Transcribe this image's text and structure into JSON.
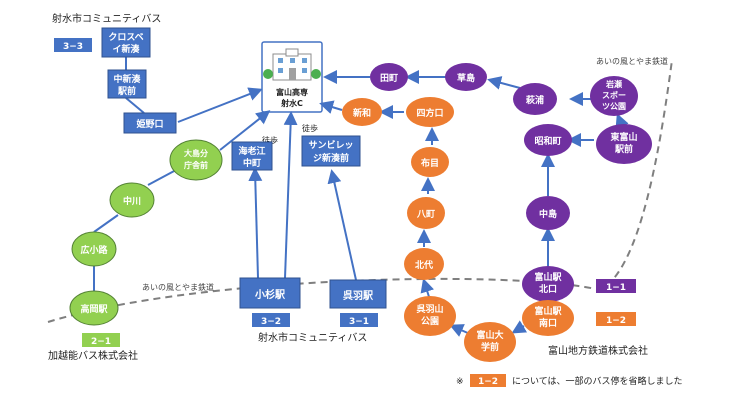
{
  "captions": {
    "top_left": "射水市コミュニティバス",
    "bottom_center": "射水市コミュニティバス",
    "bottom_left": "加越能バス株式会社",
    "bottom_right": "富山地方鉄道株式会社"
  },
  "rail": {
    "left_label": "あいの風とやま鉄道",
    "right_label": "あいの風とやま鉄道"
  },
  "walk": {
    "left": "徒歩",
    "right": "徒歩"
  },
  "school": {
    "line1": "富山高専",
    "line2": "射水C"
  },
  "route_labels": {
    "r33": "3−3",
    "r32": "3−2",
    "r31": "3−1",
    "r21": "2−1",
    "r11": "1−1",
    "r12": "1−2"
  },
  "footnote": {
    "mark": "※",
    "code": "1−2",
    "text": "については、一部のバス停を省略しました"
  },
  "stops": {
    "community_33": [
      "クロスベ",
      "イ新湊"
    ],
    "nakashinminato": [
      "中新湊",
      "駅前"
    ],
    "himenokko": [
      "姫野口"
    ],
    "ebietsu": [
      "海老江",
      "中町"
    ],
    "sunvillage": [
      "サンビレッ",
      "ジ新湊前"
    ],
    "kosugi": [
      "小杉駅"
    ],
    "kureha": [
      "呉羽駅"
    ],
    "takaoka": [
      "高岡駅"
    ],
    "hirokoji": [
      "広小路"
    ],
    "nakagawa": [
      "中川"
    ],
    "daimon": [
      "大島分",
      "庁舎前"
    ],
    "tamachi": [
      "田町"
    ],
    "kusajima": [
      "草島"
    ],
    "iwase": [
      "岩瀬",
      "スポー",
      "ツ公園"
    ],
    "hagiura": [
      "萩浦"
    ],
    "shinwa": [
      "新和"
    ],
    "yotsukaido": [
      "四方口"
    ],
    "nunome": [
      "布目"
    ],
    "hachimachi": [
      "八町"
    ],
    "hokudai": [
      "北代"
    ],
    "kurehayama": [
      "呉羽山",
      "公園"
    ],
    "toyamauniv": [
      "富山大",
      "学前"
    ],
    "showacho": [
      "昭和町"
    ],
    "higashitoyama": [
      "東富山",
      "駅前"
    ],
    "nakajima": [
      "中島"
    ],
    "toyama_north": [
      "富山駅",
      "北口"
    ],
    "toyama_south": [
      "富山駅",
      "南口"
    ]
  },
  "colors": {
    "community": "#4472c4",
    "kaetsuno": "#92d050",
    "chitetsu_purple": "#7030a0",
    "chitetsu_orange": "#ed7d31",
    "arrow": "#4472c4",
    "rail": "#7f7f7f"
  }
}
